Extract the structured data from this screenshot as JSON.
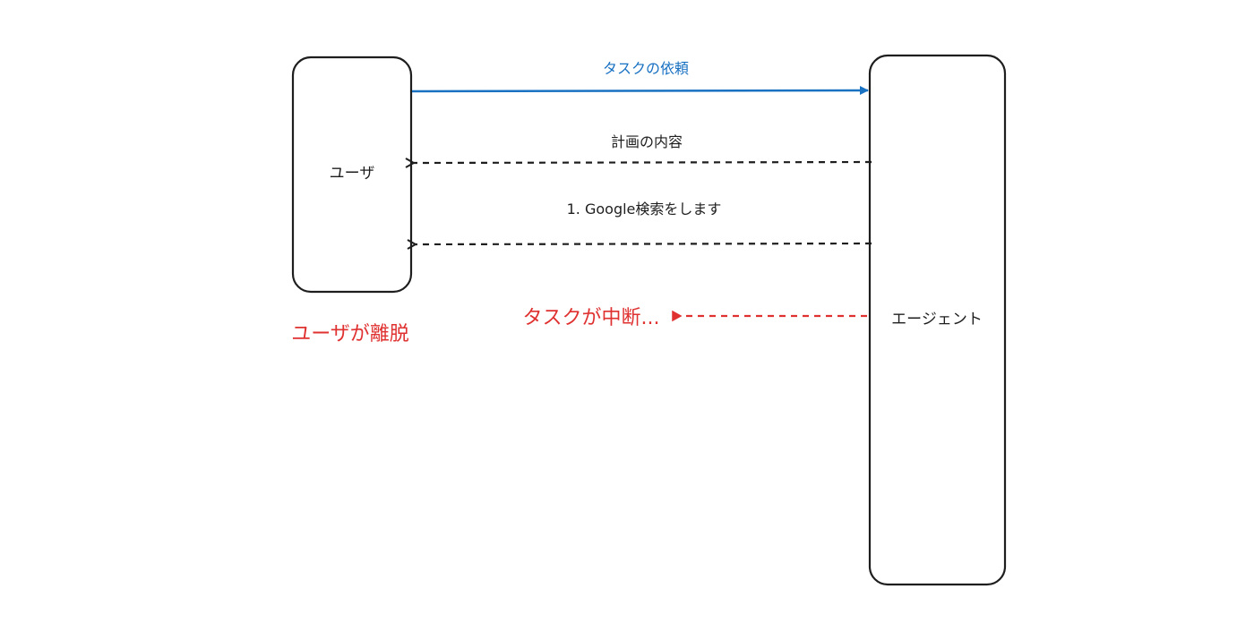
{
  "diagram": {
    "nodes": {
      "user": {
        "label": "ユーザ"
      },
      "agent": {
        "label": "エージェント"
      }
    },
    "messages": {
      "task_request": {
        "label": "タスクの依頼",
        "color": "#1971c2"
      },
      "plan_content": {
        "label": "計画の内容",
        "color": "#1e1e1e"
      },
      "google_search": {
        "label": "1. Google検索をします",
        "color": "#1e1e1e"
      },
      "task_interrupted": {
        "label": "タスクが中断...",
        "color": "#e03131"
      }
    },
    "annotations": {
      "user_left": {
        "label": "ユーザが離脱",
        "color": "#e03131"
      }
    }
  }
}
